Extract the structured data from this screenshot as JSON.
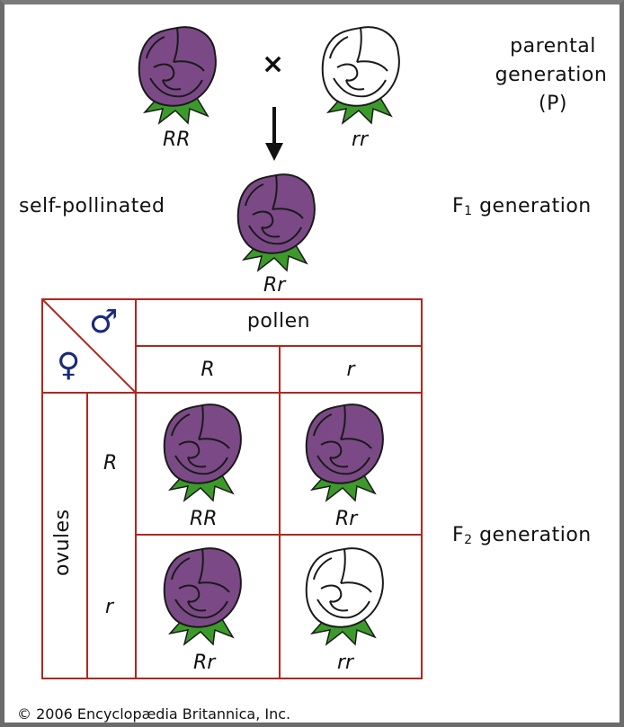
{
  "parental": {
    "cross_symbol": "×",
    "label_line1": "parental",
    "label_line2": "generation",
    "label_line3": "(P)",
    "left_genotype": "RR",
    "right_genotype": "rr"
  },
  "f1": {
    "side_label": "self-pollinated",
    "genotype": "Rr",
    "gen_label_prefix": "F",
    "gen_label_sub": "1",
    "gen_label_suffix": "generation"
  },
  "punnett": {
    "male_symbol": "♂",
    "female_symbol": "♀",
    "pollen_label": "pollen",
    "ovules_label": "ovules",
    "pollen_alleles": [
      "R",
      "r"
    ],
    "ovule_alleles": [
      "R",
      "r"
    ],
    "cells": [
      {
        "genotype": "RR",
        "color": "purple"
      },
      {
        "genotype": "Rr",
        "color": "purple"
      },
      {
        "genotype": "Rr",
        "color": "purple"
      },
      {
        "genotype": "rr",
        "color": "white"
      }
    ]
  },
  "f2": {
    "gen_label_prefix": "F",
    "gen_label_sub": "2",
    "gen_label_suffix": "generation"
  },
  "copyright": "© 2006 Encyclopædia Britannica, Inc.",
  "colors": {
    "purple": "#7b4a86",
    "purple_outline": "#1a1a1a",
    "leaf": "#3c9a2a",
    "grid_line": "#b3261e"
  }
}
